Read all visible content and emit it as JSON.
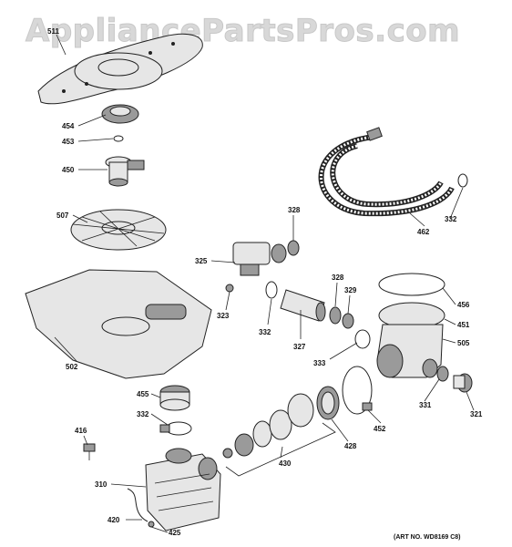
{
  "watermark": "AppliancePartsPros.com",
  "art_number": "(ART NO. WD8169 C8)",
  "parts": [
    {
      "id": "p511",
      "label": "511"
    },
    {
      "id": "p454",
      "label": "454"
    },
    {
      "id": "p453",
      "label": "453"
    },
    {
      "id": "p450",
      "label": "450"
    },
    {
      "id": "p507",
      "label": "507"
    },
    {
      "id": "p502",
      "label": "502"
    },
    {
      "id": "p455",
      "label": "455"
    },
    {
      "id": "p332a",
      "label": "332"
    },
    {
      "id": "p416",
      "label": "416"
    },
    {
      "id": "p310",
      "label": "310"
    },
    {
      "id": "p420",
      "label": "420"
    },
    {
      "id": "p425",
      "label": "425"
    },
    {
      "id": "p430",
      "label": "430"
    },
    {
      "id": "p328a",
      "label": "328"
    },
    {
      "id": "p325",
      "label": "325"
    },
    {
      "id": "p323",
      "label": "323"
    },
    {
      "id": "p332b",
      "label": "332"
    },
    {
      "id": "p327",
      "label": "327"
    },
    {
      "id": "p328b",
      "label": "328"
    },
    {
      "id": "p329",
      "label": "329"
    },
    {
      "id": "p333",
      "label": "333"
    },
    {
      "id": "p428",
      "label": "428"
    },
    {
      "id": "p452",
      "label": "452"
    },
    {
      "id": "p462",
      "label": "462"
    },
    {
      "id": "p332c",
      "label": "332"
    },
    {
      "id": "p456",
      "label": "456"
    },
    {
      "id": "p451",
      "label": "451"
    },
    {
      "id": "p505",
      "label": "505"
    },
    {
      "id": "p331",
      "label": "331"
    },
    {
      "id": "p321",
      "label": "321"
    }
  ]
}
